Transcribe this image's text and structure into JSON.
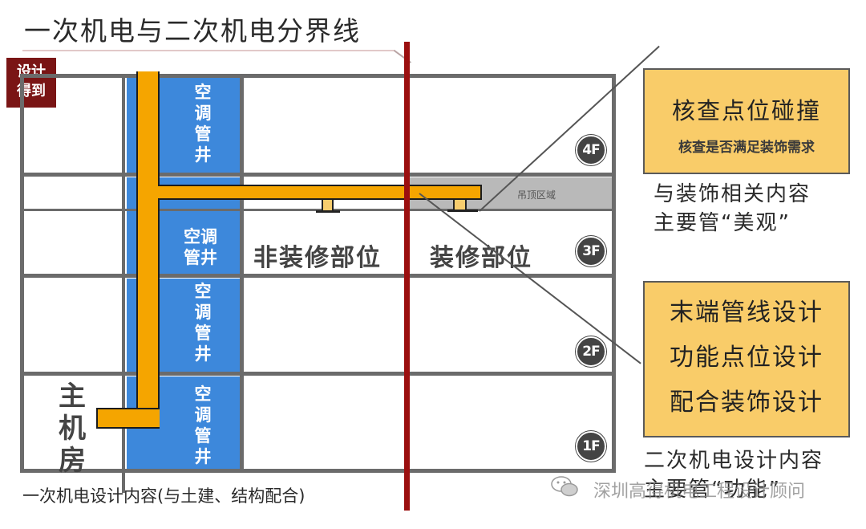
{
  "title": "一次机电与二次机电分界线",
  "badge": {
    "line1": "设计",
    "line2": "得到"
  },
  "building": {
    "shaft_labels": {
      "f4": "空调管井",
      "f3_line1": "空调",
      "f3_line2": "管井",
      "f2": "空调管井",
      "f1": "空调管井"
    },
    "shaft_chars": {
      "f4": [
        "空",
        "调",
        "管",
        "井"
      ],
      "f2": [
        "空",
        "调",
        "管",
        "井"
      ],
      "f1": [
        "空",
        "调",
        "管",
        "井"
      ]
    },
    "ceiling_zone_label": "吊顶区域",
    "zone_left_label": "非装修部位",
    "zone_right_label": "装修部位",
    "machine_room_label": [
      "主",
      "机",
      "房"
    ],
    "floors": [
      "4F",
      "3F",
      "2F",
      "1F"
    ]
  },
  "callouts": {
    "top": {
      "title": "核查点位碰撞",
      "subtitle": "核查是否满足装饰需求",
      "note_line1": "与装饰相关内容",
      "note_line2": "主要管“美观”"
    },
    "bottom": {
      "lines": [
        "末端管线设计",
        "功能点位设计",
        "配合装饰设计"
      ],
      "note_line1": "二次机电设计内容",
      "note_line2": "主要管“功能”"
    }
  },
  "bottom_caption": "一次机电设计内容(与土建、结构配合)",
  "watermark": "深圳高得机电工程设计顾问",
  "colors": {
    "shaft_blue": "#3d88db",
    "pipe_orange": "#f5a500",
    "boundary_red": "#9b0f0f",
    "callout_yellow": "#f9cc69",
    "ceiling_grey": "#b9b9b9",
    "frame_grey": "#6b6b6b",
    "badge_red": "#7a1515"
  }
}
